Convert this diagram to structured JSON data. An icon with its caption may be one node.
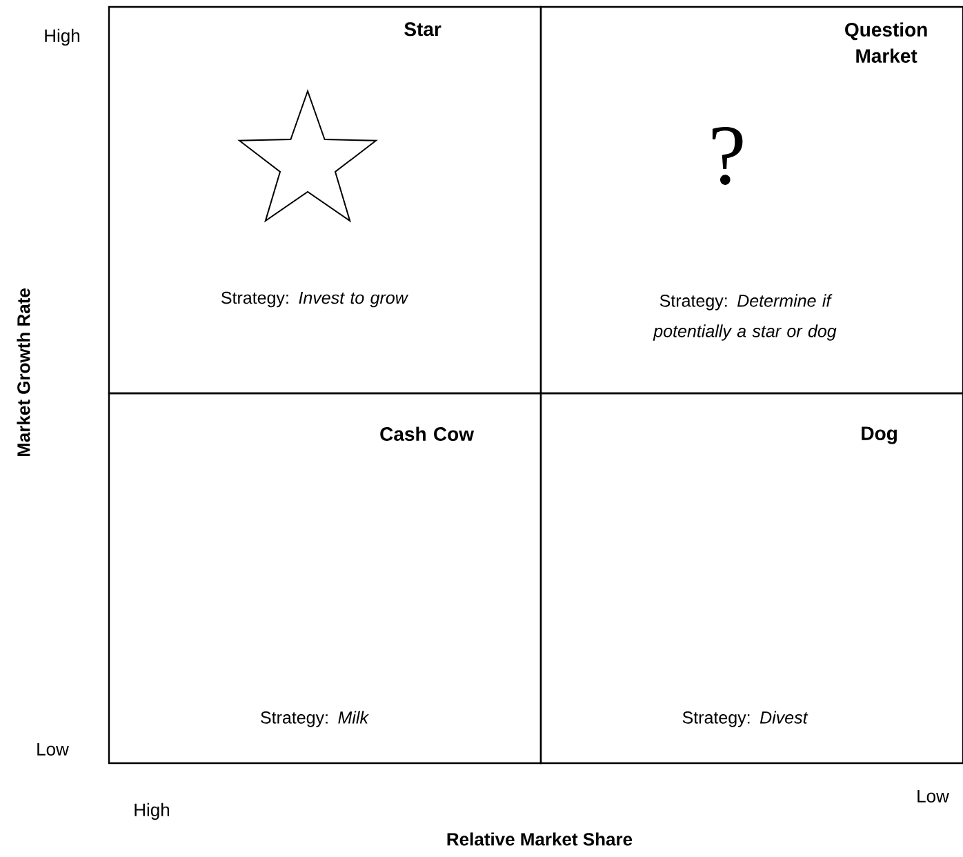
{
  "diagram": {
    "nodes": [
      {
        "text": [
          "Star",
          "Strategy: *Invest to grow*"
        ]
      },
      {
        "text": [
          "Question Market",
          "?",
          "Strategy: *Determine if potentially a star or dog*"
        ]
      },
      {
        "text": [
          "Cash Cow",
          "Strategy: *Milk*"
        ]
      },
      {
        "text": [
          "Dog",
          "Strategy: *Divest*"
        ]
      }
    ],
    "labels": [
      "High",
      "Market Growth Rate",
      "Low",
      "High",
      "Low",
      "Relative Market Share"
    ]
  }
}
